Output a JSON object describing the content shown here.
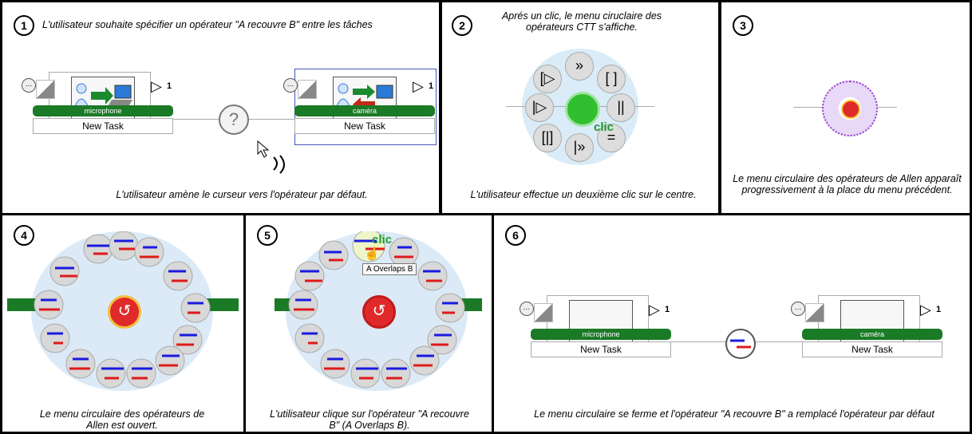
{
  "panels": [
    {
      "num": "1",
      "title": "L'utilisateur souhaite spécifier un opérateur  \"A recouvre B\" entre les tâches",
      "caption": "L'utilisateur amène le curseur vers l'opérateur par défaut."
    },
    {
      "num": "2",
      "title": "Aprés un clic, le menu ciruclaire des opérateurs CTT s'affiche.",
      "caption": "L'utilisateur effectue un deuxième clic sur le centre.",
      "clic": "clic"
    },
    {
      "num": "3",
      "caption": "Le menu circulaire des opérateurs de Allen apparaît progressivement à la place du menu précédent."
    },
    {
      "num": "4",
      "caption": "Le menu circulaire des opérateurs de Allen est ouvert."
    },
    {
      "num": "5",
      "caption": "L'utilisateur clique sur l'opérateur \"A recouvre B\" (A Overlaps B).",
      "clic": "clic",
      "tooltip": "A Overlaps B"
    },
    {
      "num": "6",
      "caption": "Le menu circulaire se ferme et l'opérateur \"A recouvre B\" a remplacé l'opérateur par défaut"
    }
  ],
  "tasks": {
    "a_label": "microphone",
    "b_label": "caméra",
    "name": "New Task",
    "count": "1"
  },
  "operator_symbol": "?",
  "colors": {
    "green": "#1b7a26",
    "blue": "#1a1ae0",
    "red": "#e01a1a"
  }
}
